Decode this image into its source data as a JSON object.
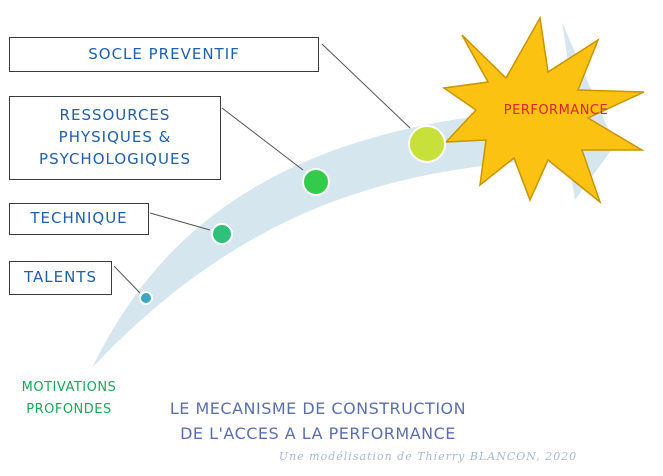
{
  "boxes": {
    "socle": [
      "SOCLE PREVENTIF"
    ],
    "ressources": [
      "RESSOURCES",
      "PHYSIQUES &",
      "PSYCHOLOGIQUES"
    ],
    "technique": [
      "TECHNIQUE"
    ],
    "talents": [
      "TALENTS"
    ]
  },
  "burst_label": "PERFORMANCE",
  "motivations": [
    "MOTIVATIONS",
    "PROFONDES"
  ],
  "title": [
    "LE MECANISME DE CONSTRUCTION",
    "DE L'ACCES A LA PERFORMANCE"
  ],
  "credit": "Une modélisation de Thierry BLANCON, 2020",
  "colors": {
    "arrow": "#d6e6ef",
    "box_text": "#1f5fae",
    "motivations_text": "#19a85a",
    "title_text": "#5b6fb0",
    "credit_text": "#a9b7d6",
    "burst_fill": "#fbc212",
    "burst_stroke": "#c99400",
    "performance_text": "#d8262a",
    "dot_talents": "#3aa6c4",
    "dot_technique": "#2fc07a",
    "dot_ressources": "#33cc4a",
    "dot_socle": "#c8e03a"
  }
}
